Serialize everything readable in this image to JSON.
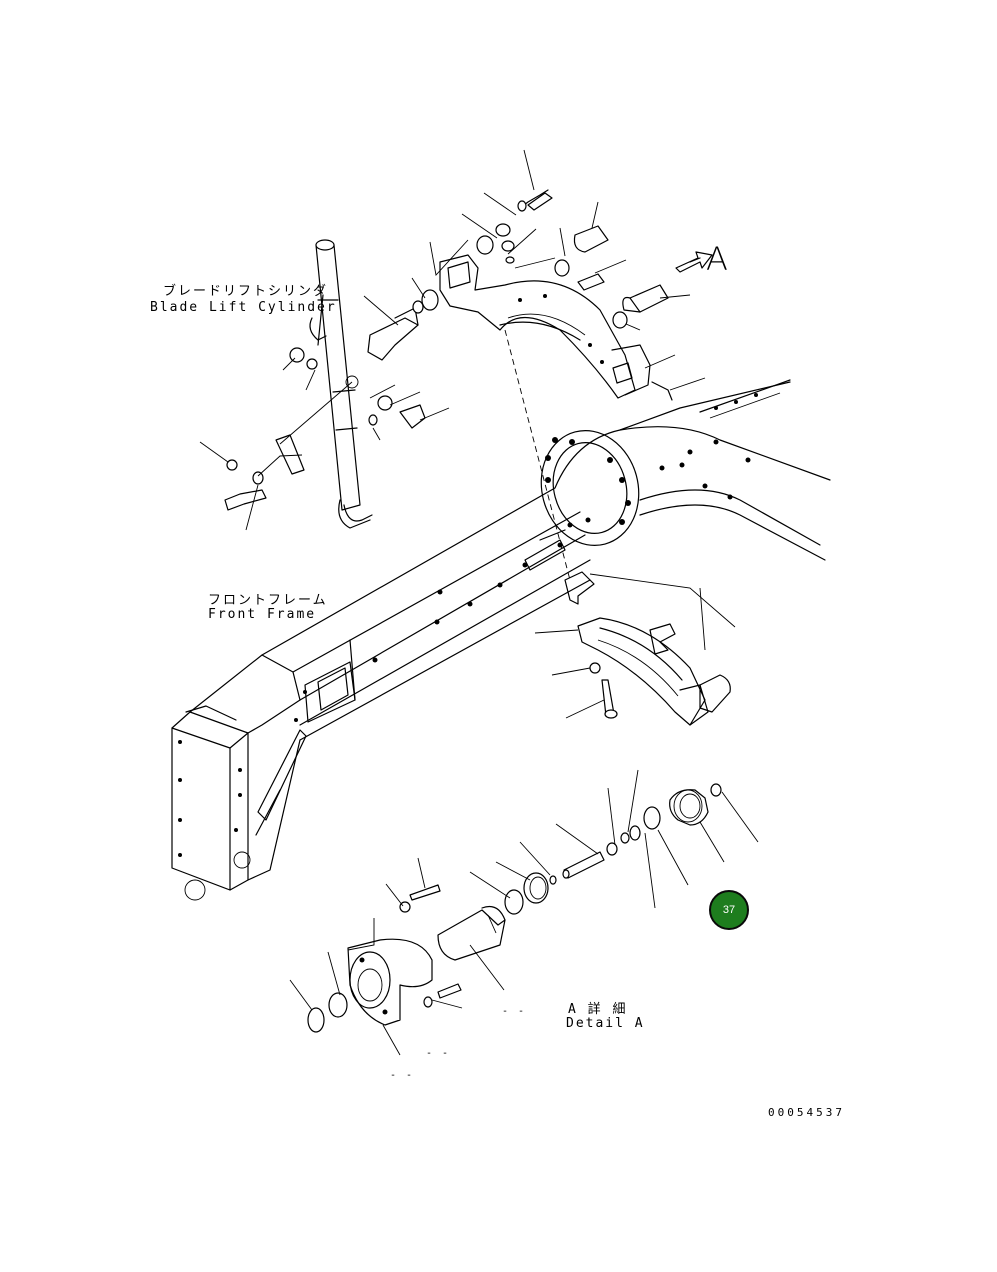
{
  "labels": {
    "blade_lift_jp": "ブレードリフトシリンダ",
    "blade_lift_en": "Blade Lift Cylinder",
    "front_frame_jp": "フロントフレーム",
    "front_frame_en": "Front Frame",
    "view_arrow": "A",
    "detail_jp": "A 詳 細",
    "detail_en": "Detail A",
    "drawing_number": "00054537",
    "dash_mark_1": "- -",
    "dash_mark_2": "- -",
    "dash_mark_3": "- -"
  },
  "callout": {
    "number": "37",
    "color": "#1e7d1e"
  }
}
